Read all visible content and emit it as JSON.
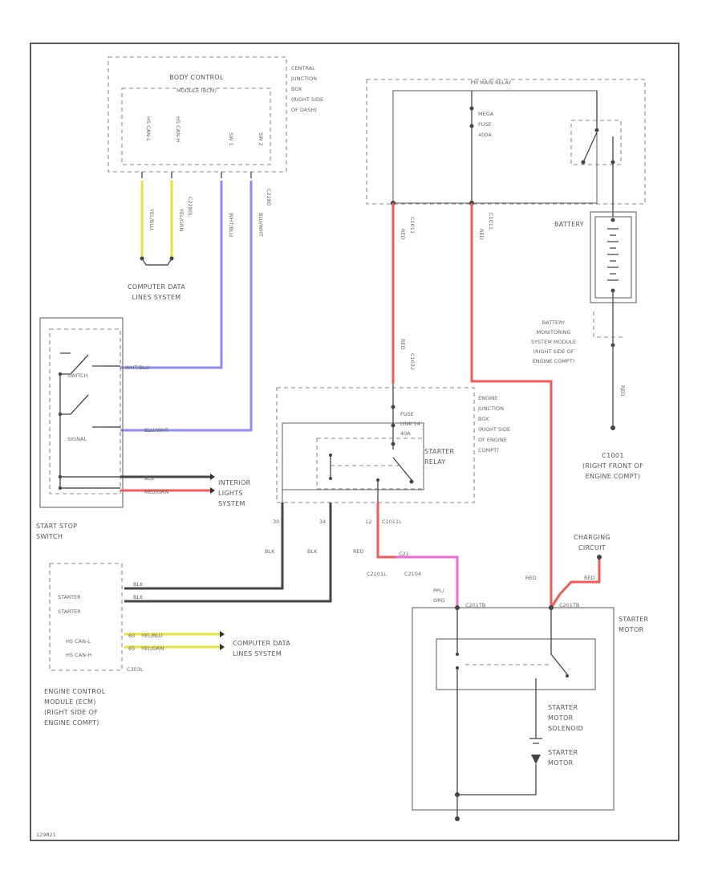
{
  "labels": {
    "bcm_title": "BODY CONTROL",
    "bcm_sub": "MODULE (BCM)",
    "cjb_1": "CENTRAL",
    "cjb_2": "JUNCTION",
    "cjb_3": "BOX",
    "cjb_4": "(RIGHT SIDE",
    "cjb_5": "OF DASH)",
    "bcm_pin1": "HS CAN-L",
    "bcm_pin2": "HS CAN-H",
    "bcm_pin3": "SW 1",
    "bcm_pin4": "SW 2",
    "bcm_conn_a": "C2280L",
    "bcm_conn_b": "C2280",
    "wire_yel1": "YEL/BLU",
    "wire_yel2": "YEL/GRN",
    "wire_wht": "WHT/BLU",
    "wire_blu": "BLU/WHT",
    "computer_data_1": "COMPUTER DATA",
    "computer_data_2": "LINES SYSTEM",
    "pm_relay": "PM MAIN RELAY",
    "mega_fuse_1": "MEGA",
    "mega_fuse_2": "FUSE",
    "mega_fuse_3": "400A",
    "battery": "BATTERY",
    "red_1": "RED",
    "red_2": "RED",
    "red_3": "RED",
    "c1011a": "C1011",
    "c1011b": "C1011",
    "c1032": "C1032",
    "bms_1": "BATTERY",
    "bms_2": "MONITORING",
    "bms_3": "SYSTEM MODULE",
    "bms_4": "(RIGHT SIDE OF",
    "bms_5": "ENGINE COMPT)",
    "g1001_1": "C1001",
    "g1001_2": "(RIGHT FRONT OF",
    "g1001_3": "ENGINE COMPT)",
    "ejb_1": "ENGINE",
    "ejb_2": "JUNCTION",
    "ejb_3": "BOX",
    "ejb_4": "(RIGHT SIDE",
    "ejb_5": "OF ENGINE",
    "ejb_6": "COMPT)",
    "fuse_link_1": "FUSE",
    "fuse_link_2": "LINK 14",
    "fuse_link_3": "40A",
    "starter_relay_1": "STARTER",
    "starter_relay_2": "RELAY",
    "ss_sw_1": "START STOP",
    "ss_sw_2": "SWITCH",
    "ss_pin_a": "SWITCH",
    "ss_pin_b": "SIGNAL",
    "ss_w1": "WHT/BLU",
    "ss_w2": "BLU/WHT",
    "ss_w3": "BLK",
    "ss_w4": "RED/GRN",
    "interior_1": "INTERIOR",
    "interior_2": "LIGHTS",
    "interior_3": "SYSTEM",
    "pin_30": "30",
    "pin_34": "34",
    "pin_12": "12",
    "blk_1": "BLK",
    "blk_2": "BLK",
    "c1011c": "C1011L",
    "red_4": "RED",
    "c2101": "C2101L",
    "c2104": "C2104",
    "c2101_b": "C21",
    "ecm_starter1": "STARTER",
    "ecm_starter2": "STARTER",
    "ecm_hscanl": "HS CAN-L",
    "ecm_hscanh": "HS CAN-H",
    "ecm_conn": "C303L",
    "ecm_w1": "BLK",
    "ecm_w2": "BLK",
    "ecm_w3": "YEL/BLU",
    "ecm_w4": "YEL/GRN",
    "ecm_w3_pin": "60",
    "ecm_w4_pin": "65",
    "computer_data_3": "COMPUTER DATA",
    "computer_data_4": "LINES SYSTEM",
    "ecm_1": "ENGINE CONTROL",
    "ecm_2": "MODULE (ECM)",
    "ecm_3": "(RIGHT SIDE OF",
    "ecm_4": "ENGINE COMPT)",
    "charging_1": "CHARGING",
    "charging_2": "CIRCUIT",
    "red_5": "RED",
    "red_6": "RED",
    "vio_1": "PPL/",
    "vio_2": "ORG",
    "c2011a": "C201TB",
    "c2011b": "C201TB",
    "starter_motor_1": "STARTER",
    "starter_motor_2": "MOTOR",
    "solenoid_1": "STARTER",
    "solenoid_2": "MOTOR",
    "solenoid_3": "SOLENOID",
    "motor_1": "STARTER",
    "motor_2": "MOTOR",
    "footer": "129821"
  }
}
